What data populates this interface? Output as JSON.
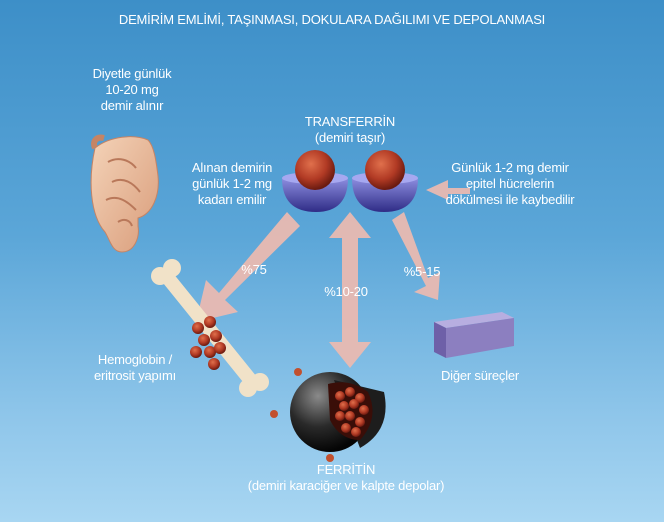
{
  "title": "DEMİRİM EMLİMİ, TAŞINMASI, DOKULARA DAĞILIMI VE DEPOLANMASI",
  "intake": {
    "line1": "Diyetle günlük",
    "line2": "10-20 mg",
    "line3": "demir alınır"
  },
  "transferrin": {
    "name": "TRANSFERRİN",
    "sub": "(demiri taşır)"
  },
  "absorbed": {
    "line1": "Alınan demirin",
    "line2": "günlük 1-2 mg",
    "line3": "kadarı emilir"
  },
  "lost": {
    "line1": "Günlük 1-2 mg demir",
    "line2": "epitel hücrelerin",
    "line3": "dökülmesi ile kaybedilir"
  },
  "pct_hemoglobin": "%75",
  "pct_ferritin": "%10-20",
  "pct_other": "%5-15",
  "hemoglobin": {
    "line1": "Hemoglobin /",
    "line2": "eritrosit yapımı"
  },
  "other": "Diğer süreçler",
  "ferritin": {
    "name": "FERRİTİN",
    "sub": "(demiri karaciğer ve kalpte depolar)"
  },
  "colors": {
    "arrow": "#e8b7b0",
    "iron": "#b8402a",
    "bowl": "#5a57b4",
    "bone": "#f1e2c8",
    "box": "#8c7fc0"
  }
}
